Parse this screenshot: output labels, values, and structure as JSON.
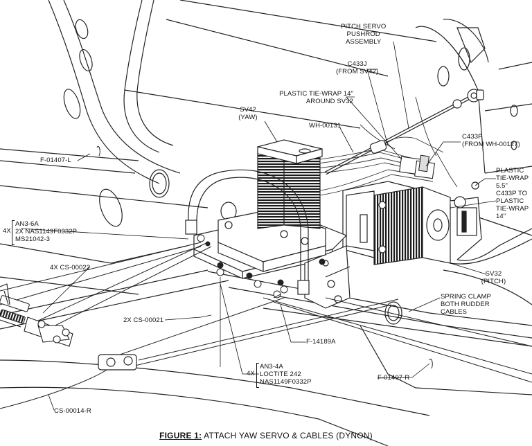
{
  "labels": {
    "pitch_servo_pushrod": [
      "PITCH SERVO",
      "PUSHROD",
      "ASSEMBLY"
    ],
    "c433j": [
      "C433J",
      "(FROM SV42)"
    ],
    "plastic_tie_wrap_around_sv32": [
      "PLASTIC TIE-WRAP 14\"",
      "AROUND SV32"
    ],
    "sv42_yaw": [
      "SV42",
      "(YAW)"
    ],
    "wh_00131": "WH-00131",
    "c433p": [
      "C433P",
      "(FROM WH-00127)"
    ],
    "f_01407_l": "F-01407-L",
    "plastic_tie_wrap_right": [
      "PLASTIC",
      "TIE-WRAP",
      "5.5\"",
      "C433P TO",
      "PLASTIC",
      "TIE-WRAP",
      "14\""
    ],
    "an3_6a_group": {
      "qty": "4X",
      "lines": [
        "AN3-6A",
        "2X NAS1149F0332P",
        "MS21042-3"
      ]
    },
    "cs_00022": "4X CS-00022",
    "sv32_pitch": [
      "SV32",
      "(PITCH)"
    ],
    "spring_clamp": [
      "SPRING CLAMP",
      "BOTH RUDDER",
      "CABLES"
    ],
    "cs_00021": "2X CS-00021",
    "f_14189a": "F-14189A",
    "an3_4a_group": {
      "qty": "4X",
      "lines": [
        "AN3-4A",
        "LOCTITE 242",
        "NAS1149F0332P"
      ]
    },
    "f_01407_r": "F-01407-R",
    "cs_00014_r": "CS-00014-R"
  },
  "caption": {
    "prefix": "FIGURE 1:",
    "text": " ATTACH YAW SERVO & CABLES (DYNON)"
  }
}
